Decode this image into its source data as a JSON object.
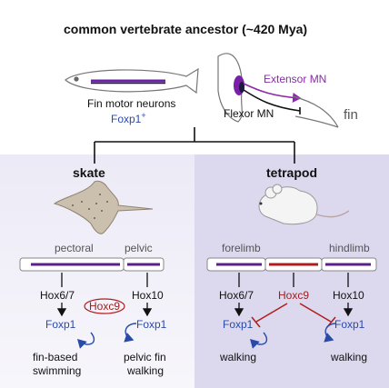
{
  "title": "common vertebrate ancestor (~420 Mya)",
  "ancestor": {
    "fin_motor_neurons": "Fin motor neurons",
    "foxp1_plus": "Foxp1",
    "plus_sign": "+",
    "extensor": "Extensor MN",
    "flexor": "Flexor MN",
    "fin": "fin"
  },
  "skate": {
    "heading": "skate",
    "pectoral": "pectoral",
    "pelvic": "pelvic",
    "hox_left": "Hox6/7",
    "hox_right": "Hox10",
    "hoxc9": "Hoxc9",
    "foxp1_left": "Foxp1",
    "foxp1_right": "Foxp1",
    "outcome_left_1": "fin-based",
    "outcome_left_2": "swimming",
    "outcome_right_1": "pelvic fin",
    "outcome_right_2": "walking"
  },
  "tetrapod": {
    "heading": "tetrapod",
    "forelimb": "forelimb",
    "hindlimb": "hindlimb",
    "hox_left": "Hox6/7",
    "hoxc9": "Hoxc9",
    "hox_right": "Hox10",
    "foxp1_left": "Foxp1",
    "foxp1_right": "Foxp1",
    "outcome_left": "walking",
    "outcome_right": "walking"
  },
  "colors": {
    "panel_left": "#eceaf6",
    "panel_right": "#dcd8ee",
    "purple": "#8a2aa8",
    "blue": "#2a4aa8",
    "red": "#b01c1c"
  }
}
